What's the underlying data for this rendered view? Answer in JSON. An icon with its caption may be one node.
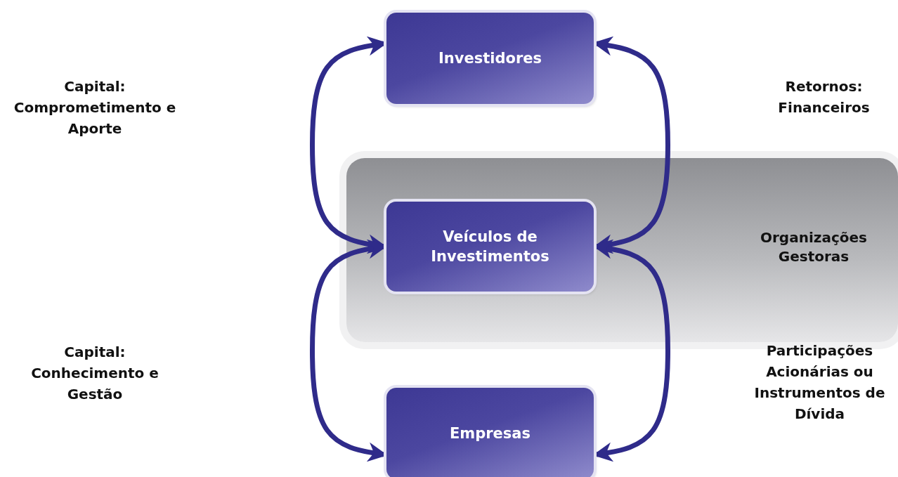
{
  "diagram": {
    "nodes": [
      {
        "text": [
          "Investidores"
        ]
      },
      {
        "text": [
          "Organizações Gestoras"
        ]
      },
      {
        "text": [
          "Veículos de Investimentos"
        ],
        "in": 1
      },
      {
        "text": [
          "Empresas"
        ]
      }
    ],
    "edges": [
      {
        "from": 0,
        "to": 2,
        "arrow": "both"
      },
      {
        "from": 2,
        "to": 0,
        "arrow": "both"
      },
      {
        "from": 2,
        "to": 3,
        "arrow": "both"
      },
      {
        "from": 3,
        "to": 2,
        "arrow": "both"
      }
    ],
    "labels": [
      "Capital: Comprometimento e Aporte",
      "Retornos: Financeiros",
      "Capital: Conhecimento e Gestão",
      "Participações Acionárias ou Instrumentos de Dívida"
    ]
  }
}
